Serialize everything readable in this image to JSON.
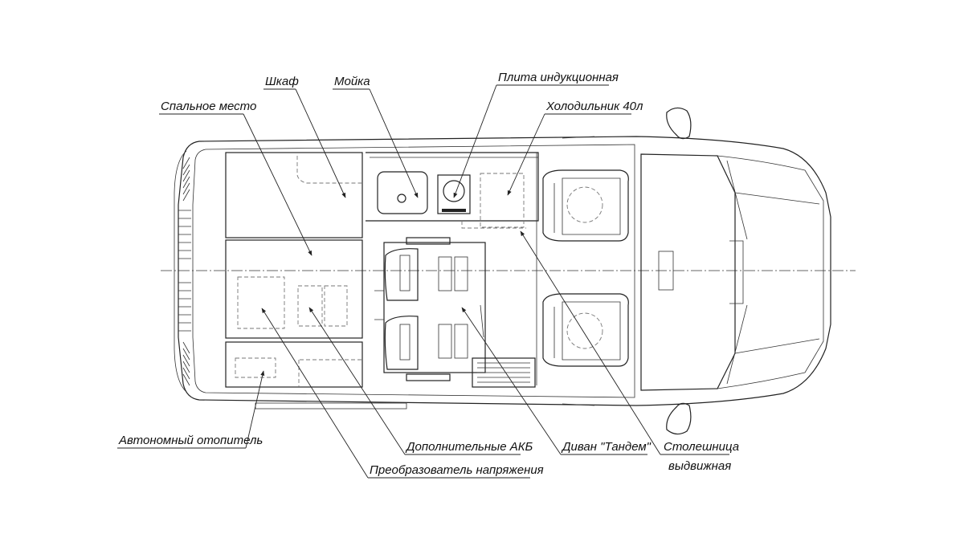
{
  "labels": {
    "wardrobe": "Шкаф",
    "sink": "Мойка",
    "induction_stove": "Плита индукционная",
    "sleeping_place": "Спальное место",
    "fridge": "Холодильник 40л",
    "autonomous_heater": "Автономный отопитель",
    "extra_batteries": "Дополнительные АКБ",
    "tandem_sofa": "Диван \"Тандем\"",
    "table_top_line1": "Столешница",
    "table_top_line2": "выдвижная",
    "voltage_converter": "Преобразователь напряжения"
  }
}
